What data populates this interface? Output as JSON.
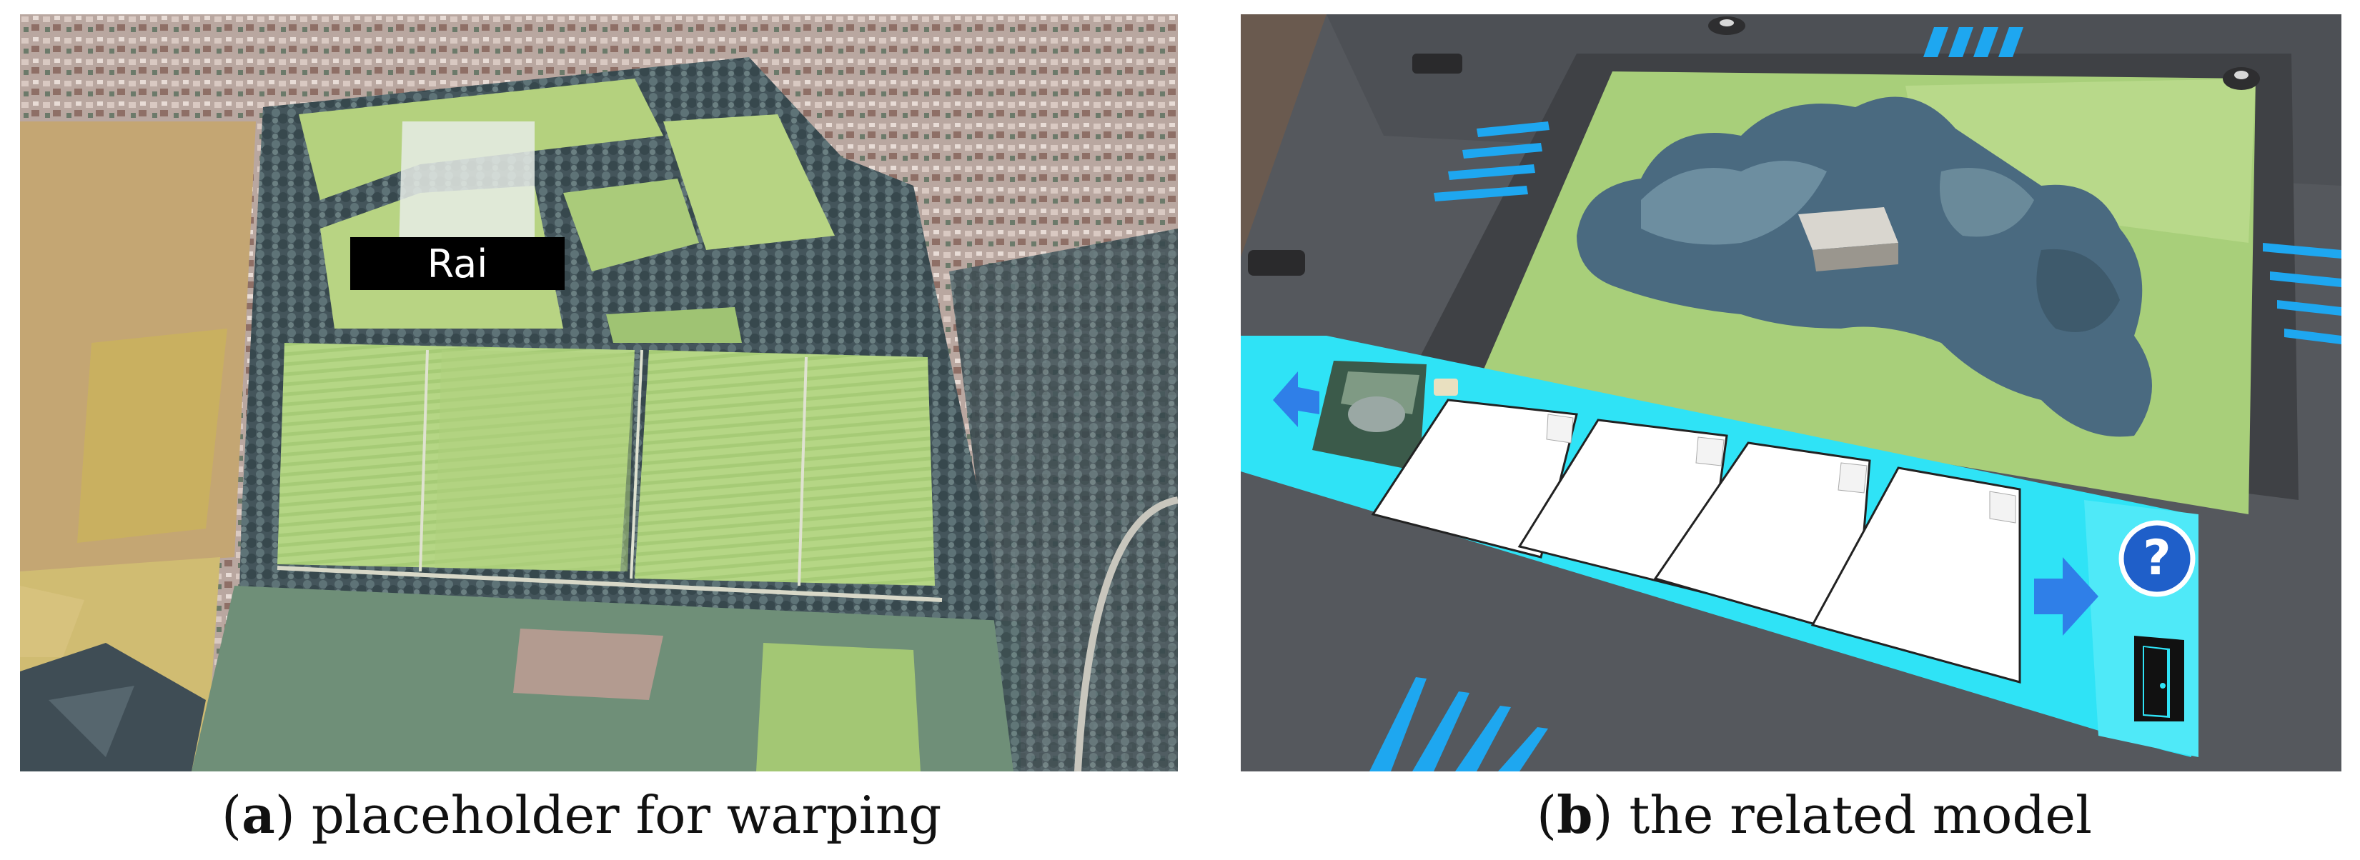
{
  "figure": {
    "panel_a": {
      "label_letter": "a",
      "caption_text": "placeholder for warping",
      "place_label": "Rai"
    },
    "panel_b": {
      "label_letter": "b",
      "caption_text": "the related model",
      "toolbar": {
        "back_icon": "arrow-left-icon",
        "forward_icon": "arrow-right-icon",
        "help_icon": "question-mark-icon",
        "exit_icon": "door-icon",
        "help_glyph": "?",
        "slot_count": 4
      }
    }
  },
  "colors": {
    "toolbar_cyan": "#2fe3f6",
    "help_blue": "#1f5fc9",
    "arrow_blue": "#2f7fe8",
    "table_gray": "#575a5f",
    "field_green": "#a8cf7a",
    "accent_stripe": "#1ea7f0"
  }
}
